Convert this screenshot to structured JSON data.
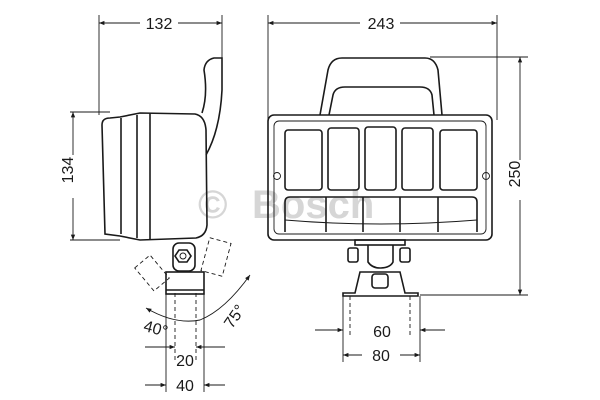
{
  "watermark": {
    "symbol": "©",
    "text": "Bosch"
  },
  "side_view": {
    "depth": "132",
    "height": "134",
    "tilt_back": "40°",
    "tilt_forward": "75°",
    "inner_width": "20",
    "outer_width": "40"
  },
  "front_view": {
    "width": "243",
    "total_height": "250",
    "hole_spacing": "60",
    "bracket_width": "80"
  }
}
